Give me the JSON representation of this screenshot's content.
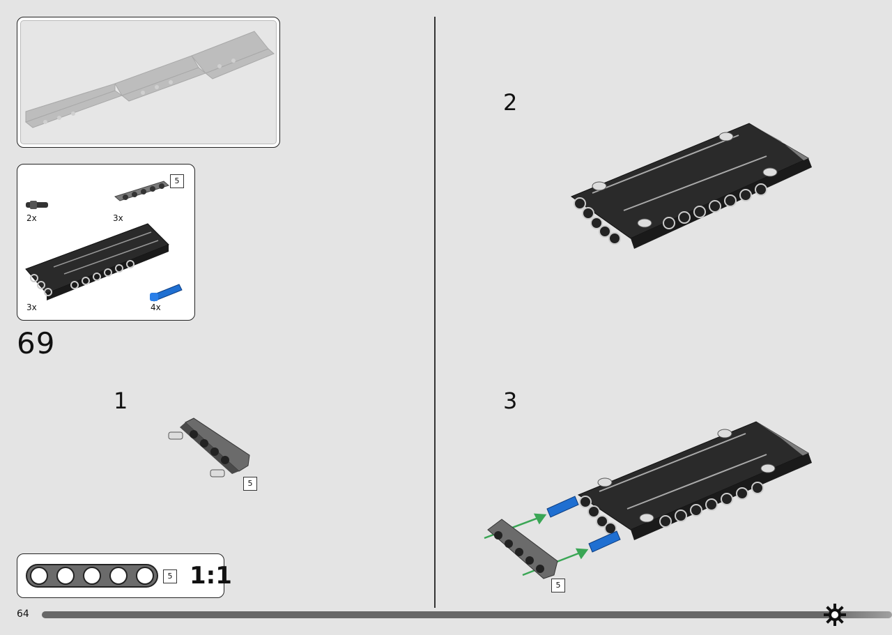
{
  "page": {
    "number": "64"
  },
  "main_step": {
    "number": "69"
  },
  "parts_list": {
    "items": [
      {
        "qty": "2x",
        "part": "axle-connector"
      },
      {
        "qty": "3x",
        "part": "beam-5",
        "length_label": "5"
      },
      {
        "qty": "3x",
        "part": "panel-black"
      },
      {
        "qty": "4x",
        "part": "blue-pin"
      }
    ]
  },
  "substeps": [
    {
      "number": "1",
      "callout": "5"
    },
    {
      "number": "2"
    },
    {
      "number": "3",
      "callout": "5"
    }
  ],
  "scale_box": {
    "length_label": "5",
    "ratio": "1:1"
  },
  "colors": {
    "background": "#e4e4e4",
    "panel_black": "#2a2a2a",
    "beam_grey": "#6b6b6b",
    "pin_blue": "#1f6fd1",
    "arrow_green": "#3aa655"
  },
  "icons": {
    "corner": "gear-icon"
  }
}
